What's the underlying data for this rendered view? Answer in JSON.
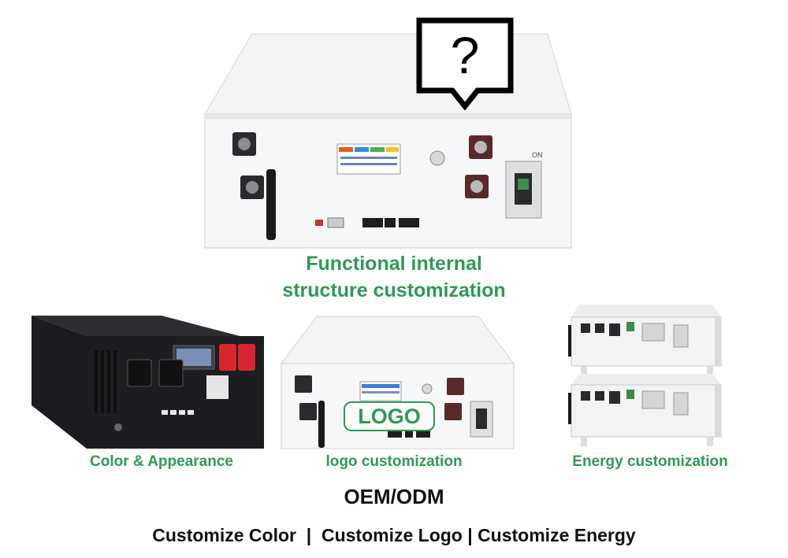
{
  "main_caption": {
    "line1": "Functional internal",
    "line2": "structure customization"
  },
  "question_bubble": {
    "symbol": "?"
  },
  "products": [
    {
      "caption": "Color & Appearance"
    },
    {
      "caption": "logo customization",
      "logo_text": "LOGO"
    },
    {
      "caption": "Energy customization"
    }
  ],
  "breaker_label": "ON",
  "title": "OEM/ODM",
  "tagline": "Customize Color  |  Customize Logo | Customize Energy",
  "colors": {
    "caption_green": "#2f9a55",
    "text_dark": "#111111",
    "terminal_red": "#d8262e",
    "case_black": "#1c1d20"
  }
}
